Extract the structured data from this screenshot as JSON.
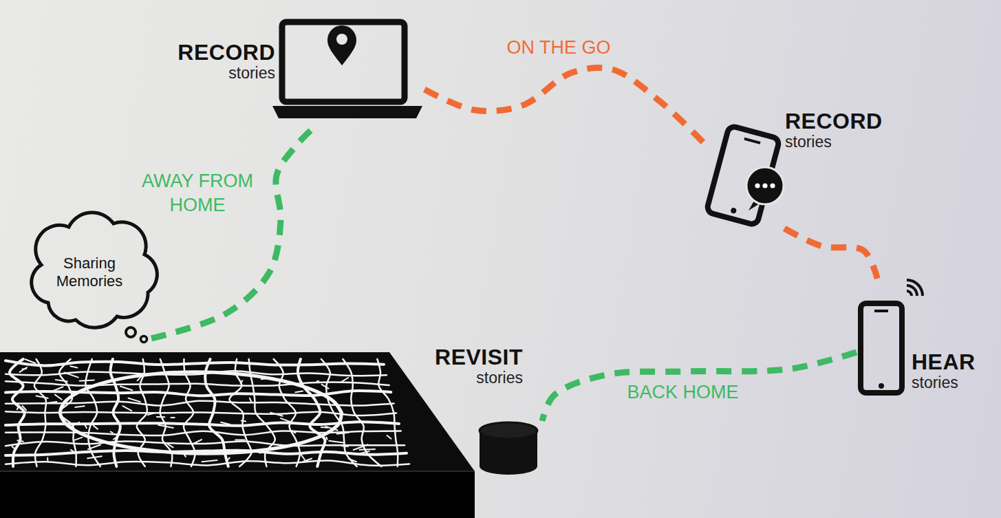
{
  "diagram": {
    "nodes": [
      {
        "text": [
          "RECORD",
          "stories"
        ]
      },
      {
        "text": [
          "RECORD",
          "stories"
        ]
      },
      {
        "text": [
          "Sharing Memories"
        ]
      },
      {
        "text": [
          "HEAR",
          "stories"
        ]
      },
      {
        "text": [
          "REVISIT",
          "stories"
        ]
      }
    ],
    "edges": [
      {
        "from": 2,
        "to": 0,
        "label": "AWAY FROM HOME",
        "arrow": "none"
      },
      {
        "from": 0,
        "to": 1,
        "label": "ON THE GO",
        "arrow": "none"
      },
      {
        "from": 1,
        "to": 3,
        "arrow": "none"
      },
      {
        "from": 3,
        "to": 4,
        "label": "BACK HOME",
        "arrow": "none"
      }
    ]
  }
}
